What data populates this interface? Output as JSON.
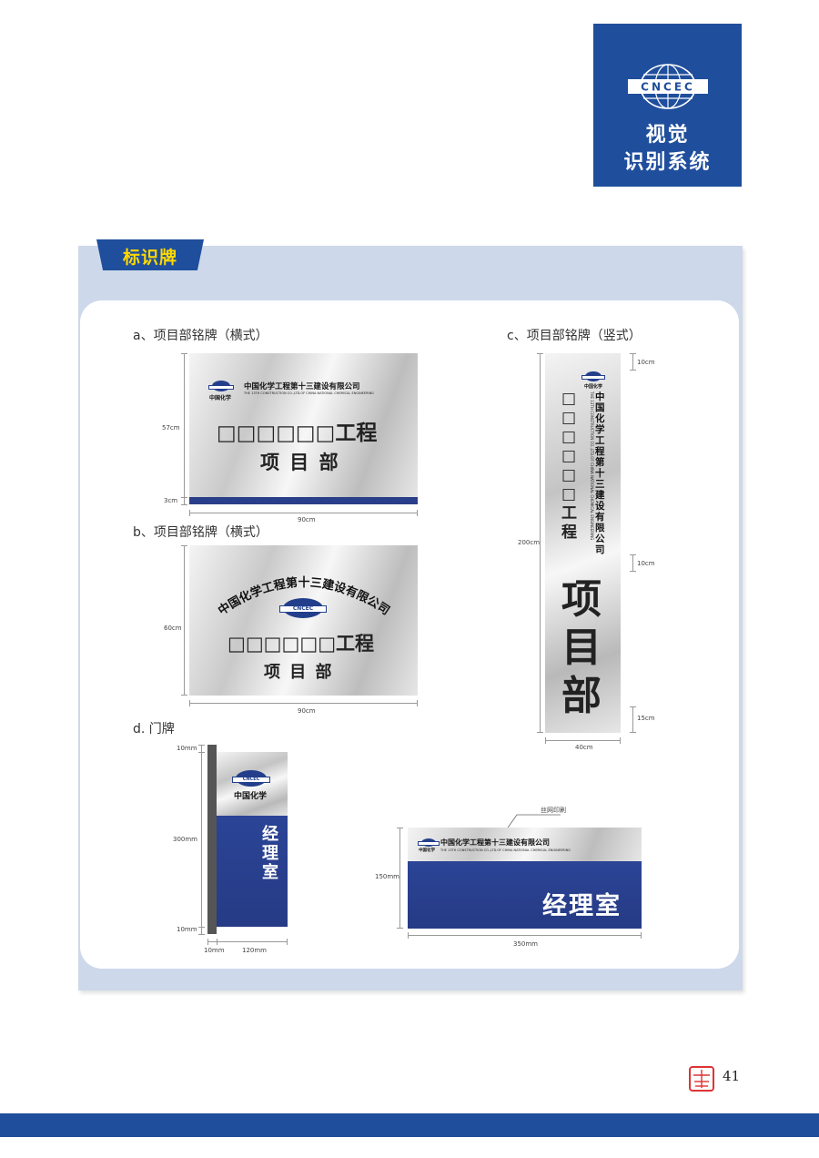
{
  "badge": {
    "logo_text": "CNCEC",
    "line1": "视觉",
    "line2": "识别系统"
  },
  "section": {
    "tab_title": "标识牌"
  },
  "sign_a": {
    "caption": "a、项目部铭牌（横式）",
    "company_cn": "中国化学工程第十三建设有限公司",
    "company_en": "THE 13TH CONSTRUCTION CO.,LTD.OF CHINA NATIONAL CHEMICAL ENGINEERING",
    "logo_label": "中国化学",
    "line1": "□□□□□□工程",
    "line2": "项 目 部",
    "dim_height": "57cm",
    "dim_bar": "3cm",
    "dim_width": "90cm"
  },
  "sign_b": {
    "caption": "b、项目部铭牌（横式）",
    "company_cn": "中国化学工程第十三建设有限公司",
    "logo_text": "CNCEC",
    "line1": "□□□□□□工程",
    "line2": "项 目 部",
    "dim_height": "60cm",
    "dim_width": "90cm"
  },
  "sign_c": {
    "caption": "c、项目部铭牌（竖式）",
    "logo_label": "中国化学",
    "company_cn": "中国化学工程第十三建设有限公司",
    "company_en": "THE 13TH CONSTRUCTION CO.,LTD.OF CHINA NATIONAL CHEMICAL ENGINEERING",
    "boxes": "□□□□□□工程",
    "big": [
      "项",
      "目",
      "部"
    ],
    "dim_height": "200cm",
    "dim_top": "10cm",
    "dim_mid": "10cm",
    "dim_bottom": "15cm",
    "dim_width": "40cm"
  },
  "sign_d": {
    "caption": "d. 门牌",
    "logo_text": "CNCEC",
    "logo_label": "中国化学",
    "room_vertical": [
      "经",
      "理",
      "室"
    ],
    "dim_top": "10mm",
    "dim_height": "300mm",
    "dim_bottom": "10mm",
    "dim_post": "10mm",
    "dim_width": "120mm"
  },
  "sign_e": {
    "callout": "丝网印刷",
    "logo_label": "中国化学",
    "company_cn": "中国化学工程第十三建设有限公司",
    "company_en": "THE 13TH CONSTRUCTION CO.,LTD.OF CHINA NATIONAL CHEMICAL ENGINEERING",
    "room": "经理室",
    "dim_height": "150mm",
    "dim_width": "350mm"
  },
  "footer": {
    "page_number": "41"
  },
  "colors": {
    "brand_blue": "#1f4e9c",
    "tab_text": "#ffd800",
    "panel": "#cdd9ea",
    "sign_blue": "#2a3f8a"
  }
}
